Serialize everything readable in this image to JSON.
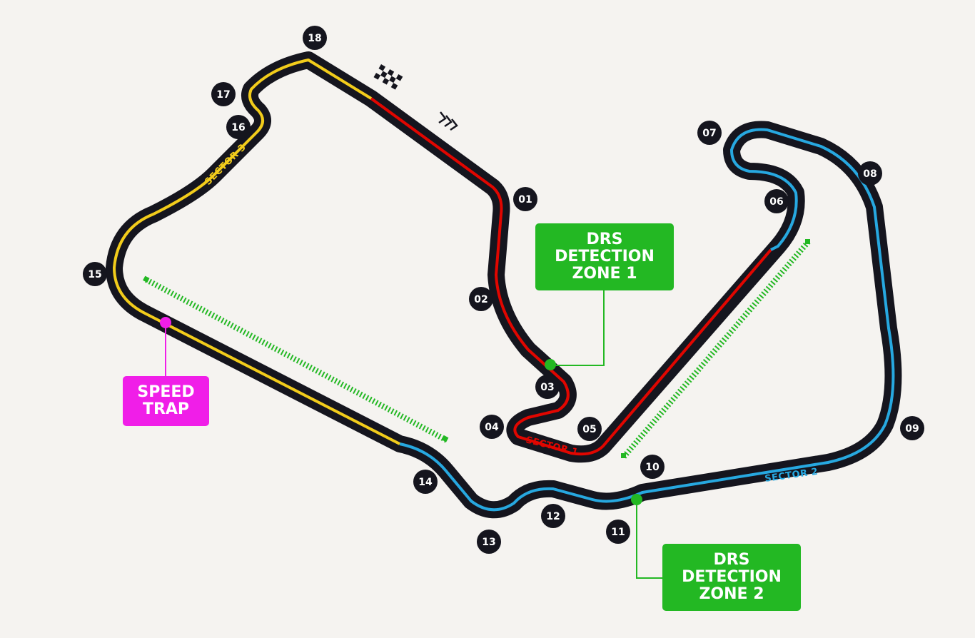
{
  "colors": {
    "background": "#f5f3f0",
    "track": "#15151e",
    "sector1": "#e10600",
    "sector2": "#27a8e0",
    "sector3": "#f2cc1b",
    "drs": "#23b823",
    "speed_trap": "#f01ee8",
    "turn_marker": "#15151e"
  },
  "sectors": {
    "sector1": "SECTOR 1",
    "sector2": "SECTOR 2",
    "sector3": "SECTOR 3"
  },
  "turns": [
    "01",
    "02",
    "03",
    "04",
    "05",
    "06",
    "07",
    "08",
    "09",
    "10",
    "11",
    "12",
    "13",
    "14",
    "15",
    "16",
    "17",
    "18"
  ],
  "drs_detection_1": {
    "line1": "DRS",
    "line2": "DETECTION",
    "line3": "ZONE 1"
  },
  "drs_detection_2": {
    "line1": "DRS",
    "line2": "DETECTION",
    "line3": "ZONE 2"
  },
  "speed_trap": {
    "line1": "SPEED",
    "line2": "TRAP"
  },
  "icons": {
    "start_finish": "checkered-flag-icon",
    "direction": "direction-chevrons-icon"
  }
}
